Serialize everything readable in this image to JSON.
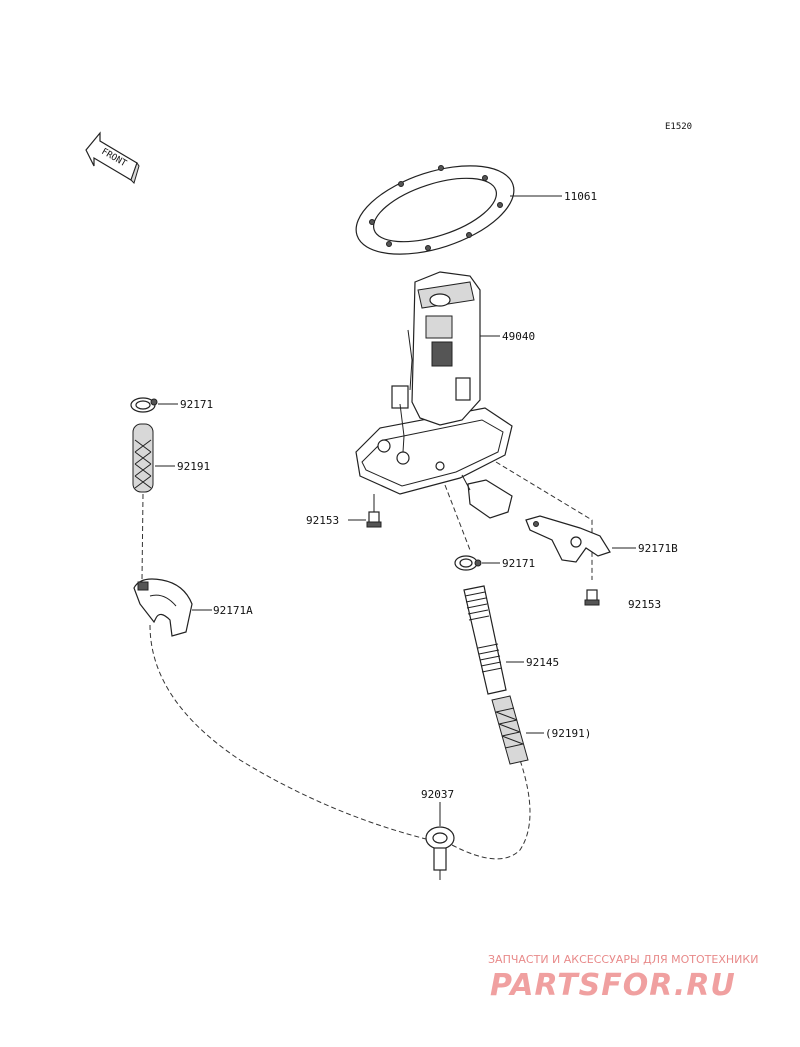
{
  "diagram": {
    "code": "E1520",
    "front_label": "FRONT",
    "parts": [
      {
        "id": "11061",
        "label": "11061"
      },
      {
        "id": "49040",
        "label": "49040"
      },
      {
        "id": "92171-top",
        "label": "92171"
      },
      {
        "id": "92191-left",
        "label": "92191"
      },
      {
        "id": "92153-left",
        "label": "92153"
      },
      {
        "id": "92171-mid",
        "label": "92171"
      },
      {
        "id": "92171B",
        "label": "92171B"
      },
      {
        "id": "92153-right",
        "label": "92153"
      },
      {
        "id": "92171A",
        "label": "92171A"
      },
      {
        "id": "92145",
        "label": "92145"
      },
      {
        "id": "92191-paren",
        "label": "(92191)"
      },
      {
        "id": "92037",
        "label": "92037"
      }
    ]
  },
  "watermark": {
    "tagline": "ЗАПЧАСТИ И АКСЕССУАРЫ ДЛЯ МОТОТЕХНИКИ",
    "logo": "PARTSFOR.RU"
  }
}
